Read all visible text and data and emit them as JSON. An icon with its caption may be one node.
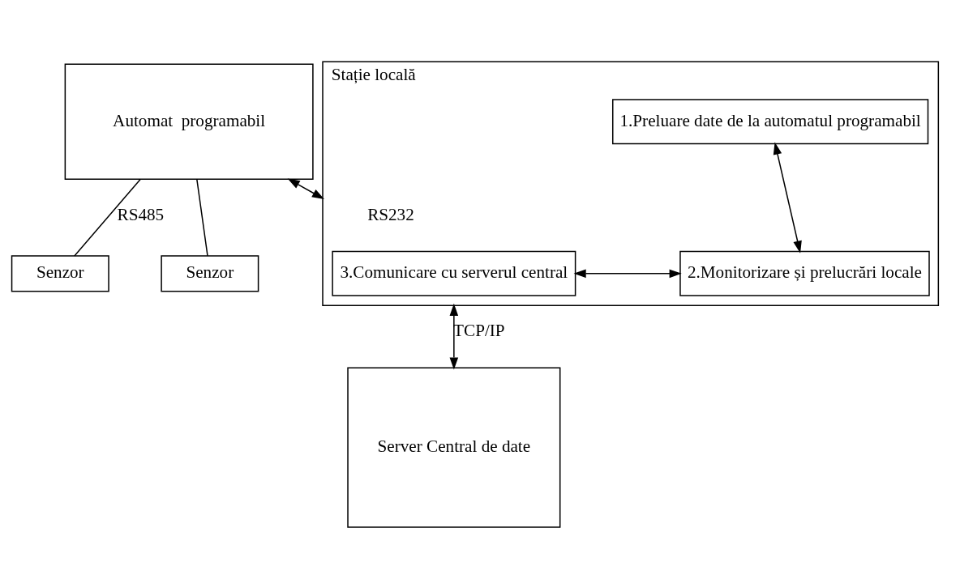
{
  "diagram": {
    "nodes": [
      {
        "text": [
          "Automat  programabil"
        ]
      },
      {
        "text": [
          "Senzor"
        ]
      },
      {
        "text": [
          "Senzor"
        ]
      },
      {
        "text": [
          "Stație locală"
        ]
      },
      {
        "text": [
          "1.Preluare date de la automatul programabil"
        ],
        "in": 3
      },
      {
        "text": [
          "2.Monitorizare și prelucrări locale"
        ],
        "in": 3
      },
      {
        "text": [
          "3.Comunicare cu serverul central"
        ],
        "in": 3
      },
      {
        "text": [
          "Server Central de date"
        ]
      }
    ],
    "edges": [
      {
        "from": 0,
        "to": 1,
        "arrow": "none"
      },
      {
        "from": 0,
        "to": 2,
        "arrow": "none",
        "label": "RS485"
      },
      {
        "from": 0,
        "to": 3,
        "arrow": "both",
        "label": "RS232"
      },
      {
        "from": 4,
        "to": 5,
        "arrow": "both"
      },
      {
        "from": 5,
        "to": 6,
        "arrow": "both"
      },
      {
        "from": 3,
        "to": 7,
        "arrow": "both",
        "label": "TCP/IP"
      }
    ]
  }
}
